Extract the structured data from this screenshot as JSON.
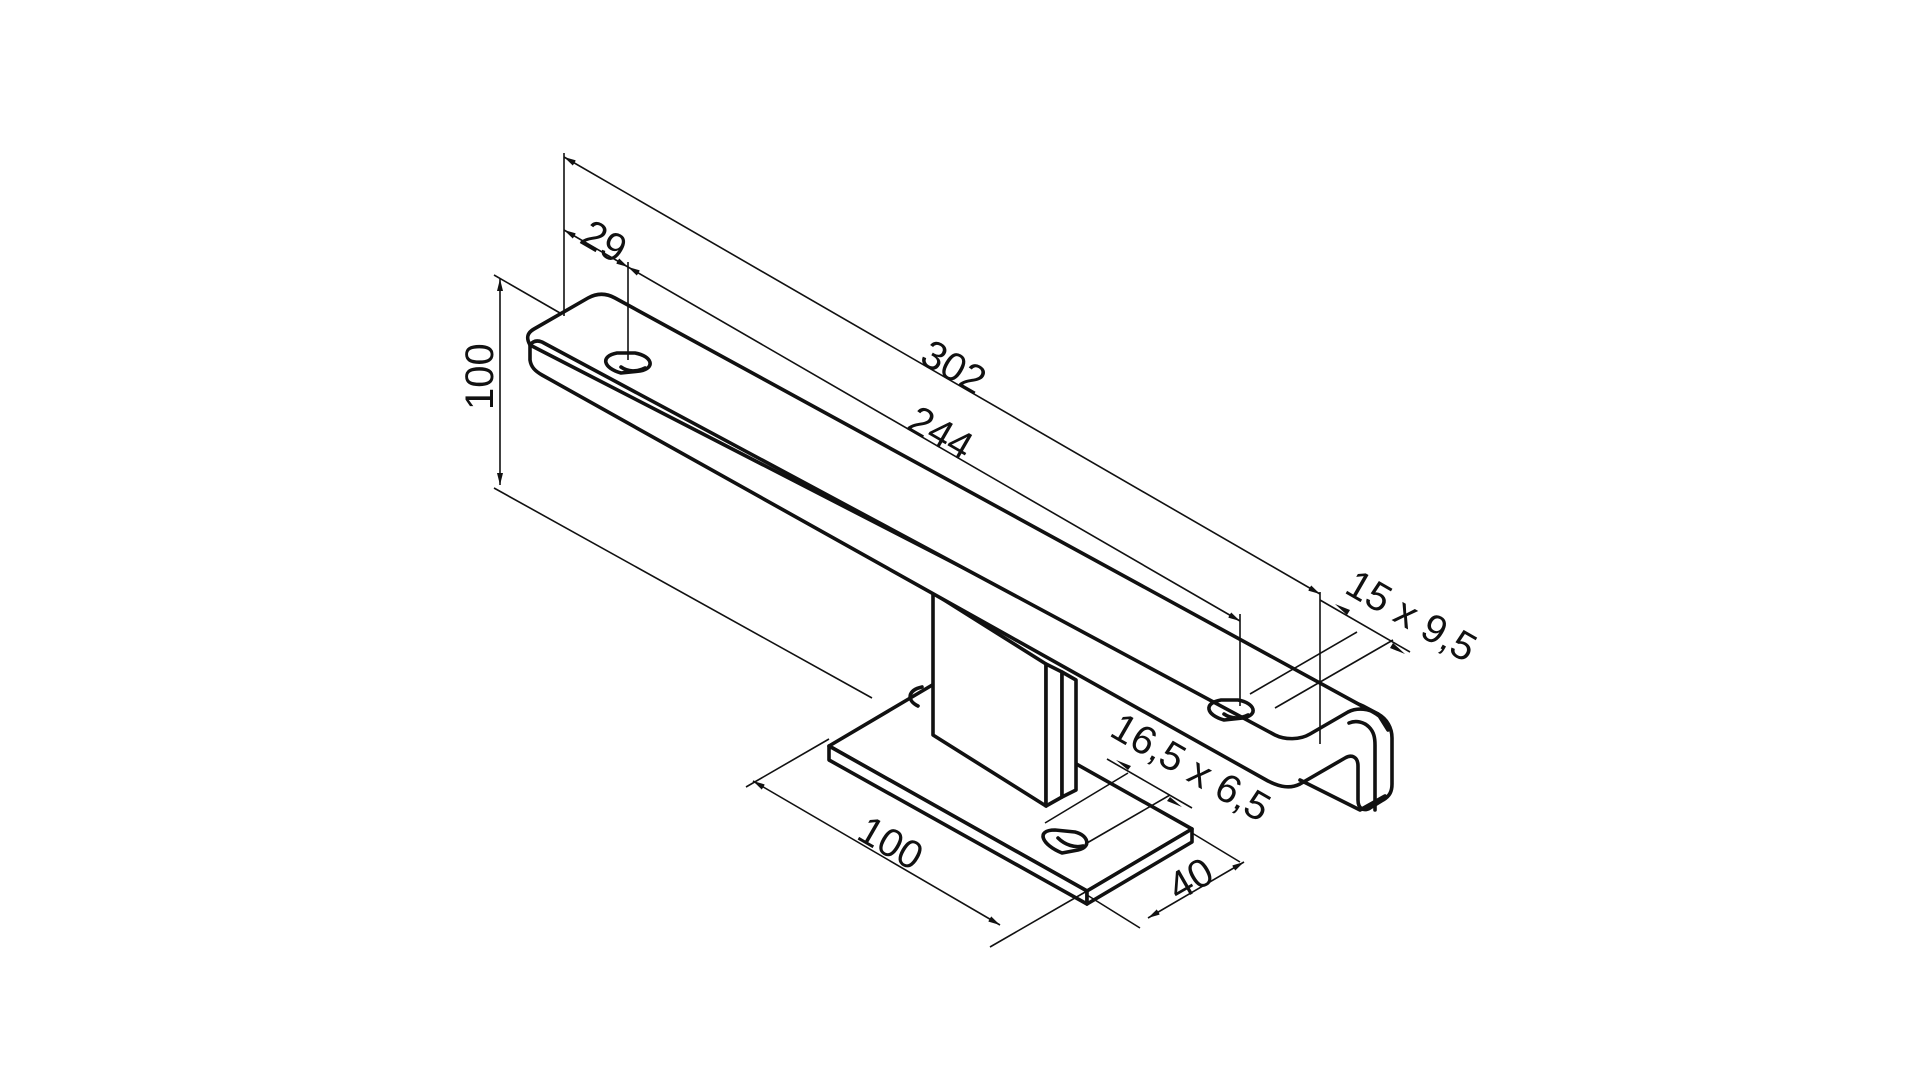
{
  "drawing": {
    "type": "isometric technical drawing",
    "subject": "Wall bracket with base plate",
    "units": "mm",
    "line_color": "#111111",
    "background": "#ffffff"
  },
  "dimensions": {
    "overall_length": "302",
    "hole_spacing": "244",
    "hole_offset": "29",
    "height": "100",
    "top_slot": "15 x 9,5",
    "base_slot": "16,5 x 6,5",
    "base_length": "100",
    "base_width": "40"
  }
}
